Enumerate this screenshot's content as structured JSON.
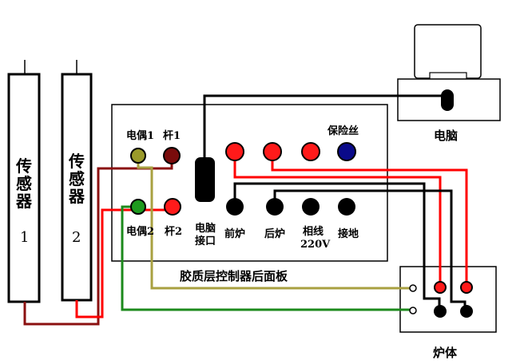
{
  "sensors": [
    {
      "name": "传感器",
      "number": "1"
    },
    {
      "name": "传感器",
      "number": "2"
    }
  ],
  "panel": {
    "title": "胶质层控制器后面板",
    "top_labels": {
      "thermocouple1": "电偶1",
      "rod1": "杆1",
      "fuse": "保险丝"
    },
    "bottom_labels": {
      "thermocouple2": "电偶2",
      "rod2": "杆2",
      "computer_port": [
        "电脑",
        "接口"
      ],
      "front_furnace": "前炉",
      "rear_furnace": "后炉",
      "phase_line": [
        "相线",
        "220V"
      ],
      "ground": "接地"
    }
  },
  "computer": {
    "label": "电脑"
  },
  "furnace": {
    "label": "炉体"
  },
  "colors": {
    "red": "#ff1a1a",
    "dark_red": "#7a0c0c",
    "olive": "#9a9a2a",
    "green": "#1e9a1e",
    "blue": "#0a0a8a",
    "black": "#000000",
    "wire_red": "#ff0000",
    "wire_darkred": "#8b1010",
    "wire_olive": "#a8a040",
    "wire_green": "#1c8a1c"
  }
}
